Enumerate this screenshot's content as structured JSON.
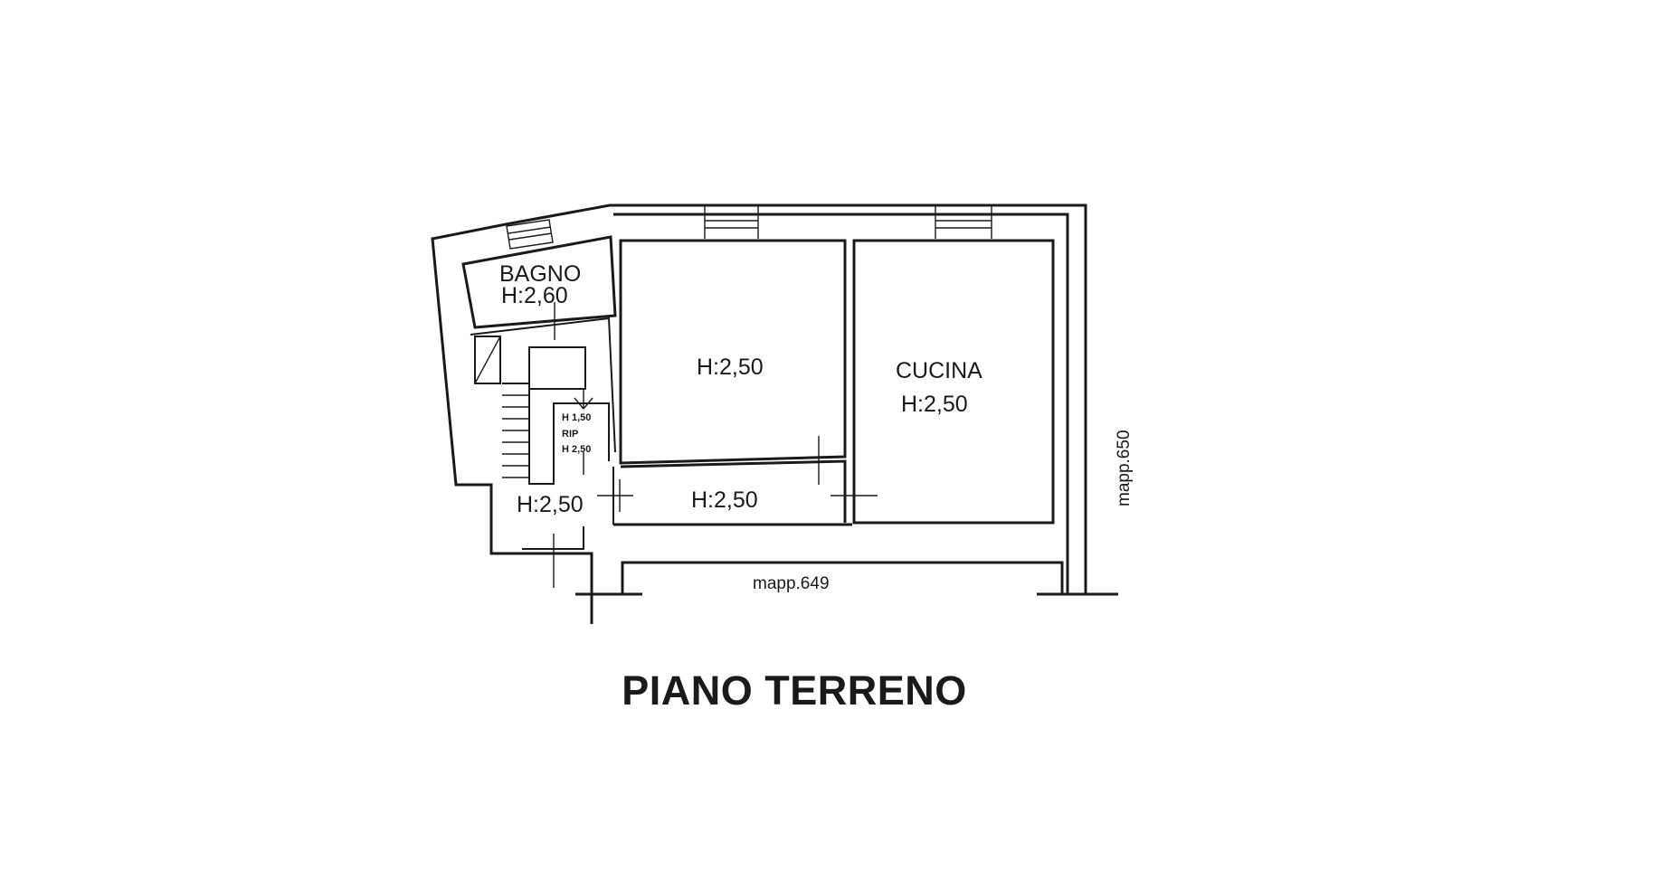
{
  "plan": {
    "title": "PIANO TERRENO",
    "rooms": {
      "bagno_name": "BAGNO",
      "bagno_height": "H:2,60",
      "room_main_height": "H:2,50",
      "cucina_name": "CUCINA",
      "cucina_height": "H:2,50",
      "corridor_height": "H:2,50",
      "entry_height": "H:2,50"
    },
    "stair_notes": {
      "line1": "H 1,50",
      "line2": "RIP",
      "line3": "H 2,50"
    },
    "adjacent_plots": {
      "bottom": "mapp.649",
      "right": "mapp.650"
    }
  }
}
